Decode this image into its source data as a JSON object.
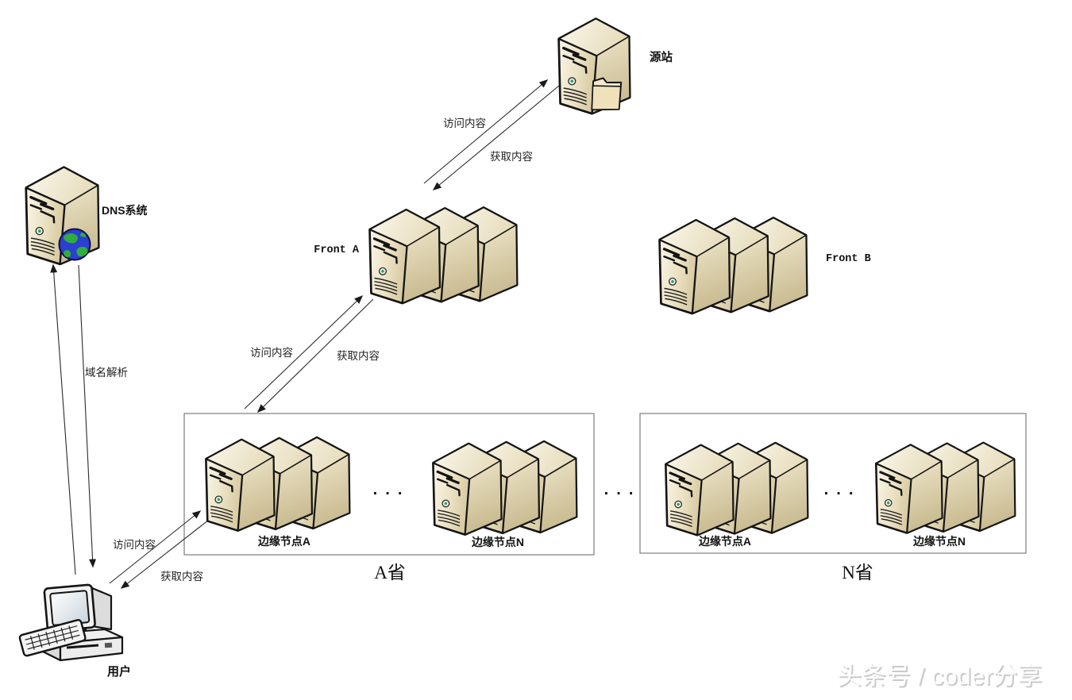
{
  "nodes": {
    "dns": {
      "label": "DNS系统"
    },
    "origin": {
      "label": "源站"
    },
    "front_a": {
      "label": "Front A"
    },
    "front_b": {
      "label": "Front B"
    },
    "user": {
      "label": "用户"
    }
  },
  "provinces": [
    {
      "name": "A省",
      "edge_node_a": "边缘节点A",
      "edge_node_n": "边缘节点N",
      "ellipsis": "· · ·"
    },
    {
      "name": "N省",
      "edge_node_a": "边缘节点A",
      "edge_node_n": "边缘节点N",
      "ellipsis": "· · ·"
    }
  ],
  "inter_province_ellipsis": "· · ·",
  "flows": {
    "domain_resolution": "域名解析",
    "access_content": "访问内容",
    "fetch_content": "获取内容"
  },
  "watermark": "头条号 / coder分享",
  "colors": {
    "server_front": "#efe7cc",
    "server_side": "#d6c89f",
    "server_top": "#f7f3e3",
    "outline": "#141414",
    "arrow": "#2b2b2b",
    "province_border": "#7d7d7d",
    "globe_ocean": "#2b3fd0",
    "globe_land": "#2fae3f",
    "led_green": "#2e9e63"
  }
}
